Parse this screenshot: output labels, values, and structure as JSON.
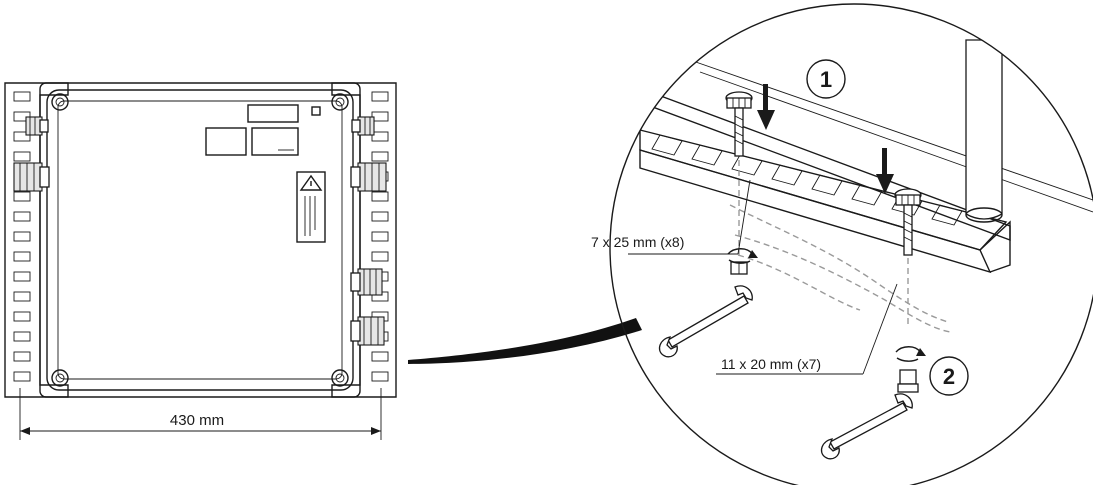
{
  "dimensions": {
    "width_label": "430 mm"
  },
  "callouts": {
    "screw_label": "7 x 25 mm (x8)",
    "nut_label": "11 x 20 mm (x7)"
  },
  "steps": [
    {
      "number": "1"
    },
    {
      "number": "2"
    }
  ],
  "colors": {
    "line": "#1a1a1a",
    "hidden_line": "#9a9a9a",
    "background": "#ffffff"
  },
  "icons": [
    "warning-triangle-icon",
    "wrench-icon",
    "rotation-arrow-icon",
    "down-arrow-icon"
  ]
}
